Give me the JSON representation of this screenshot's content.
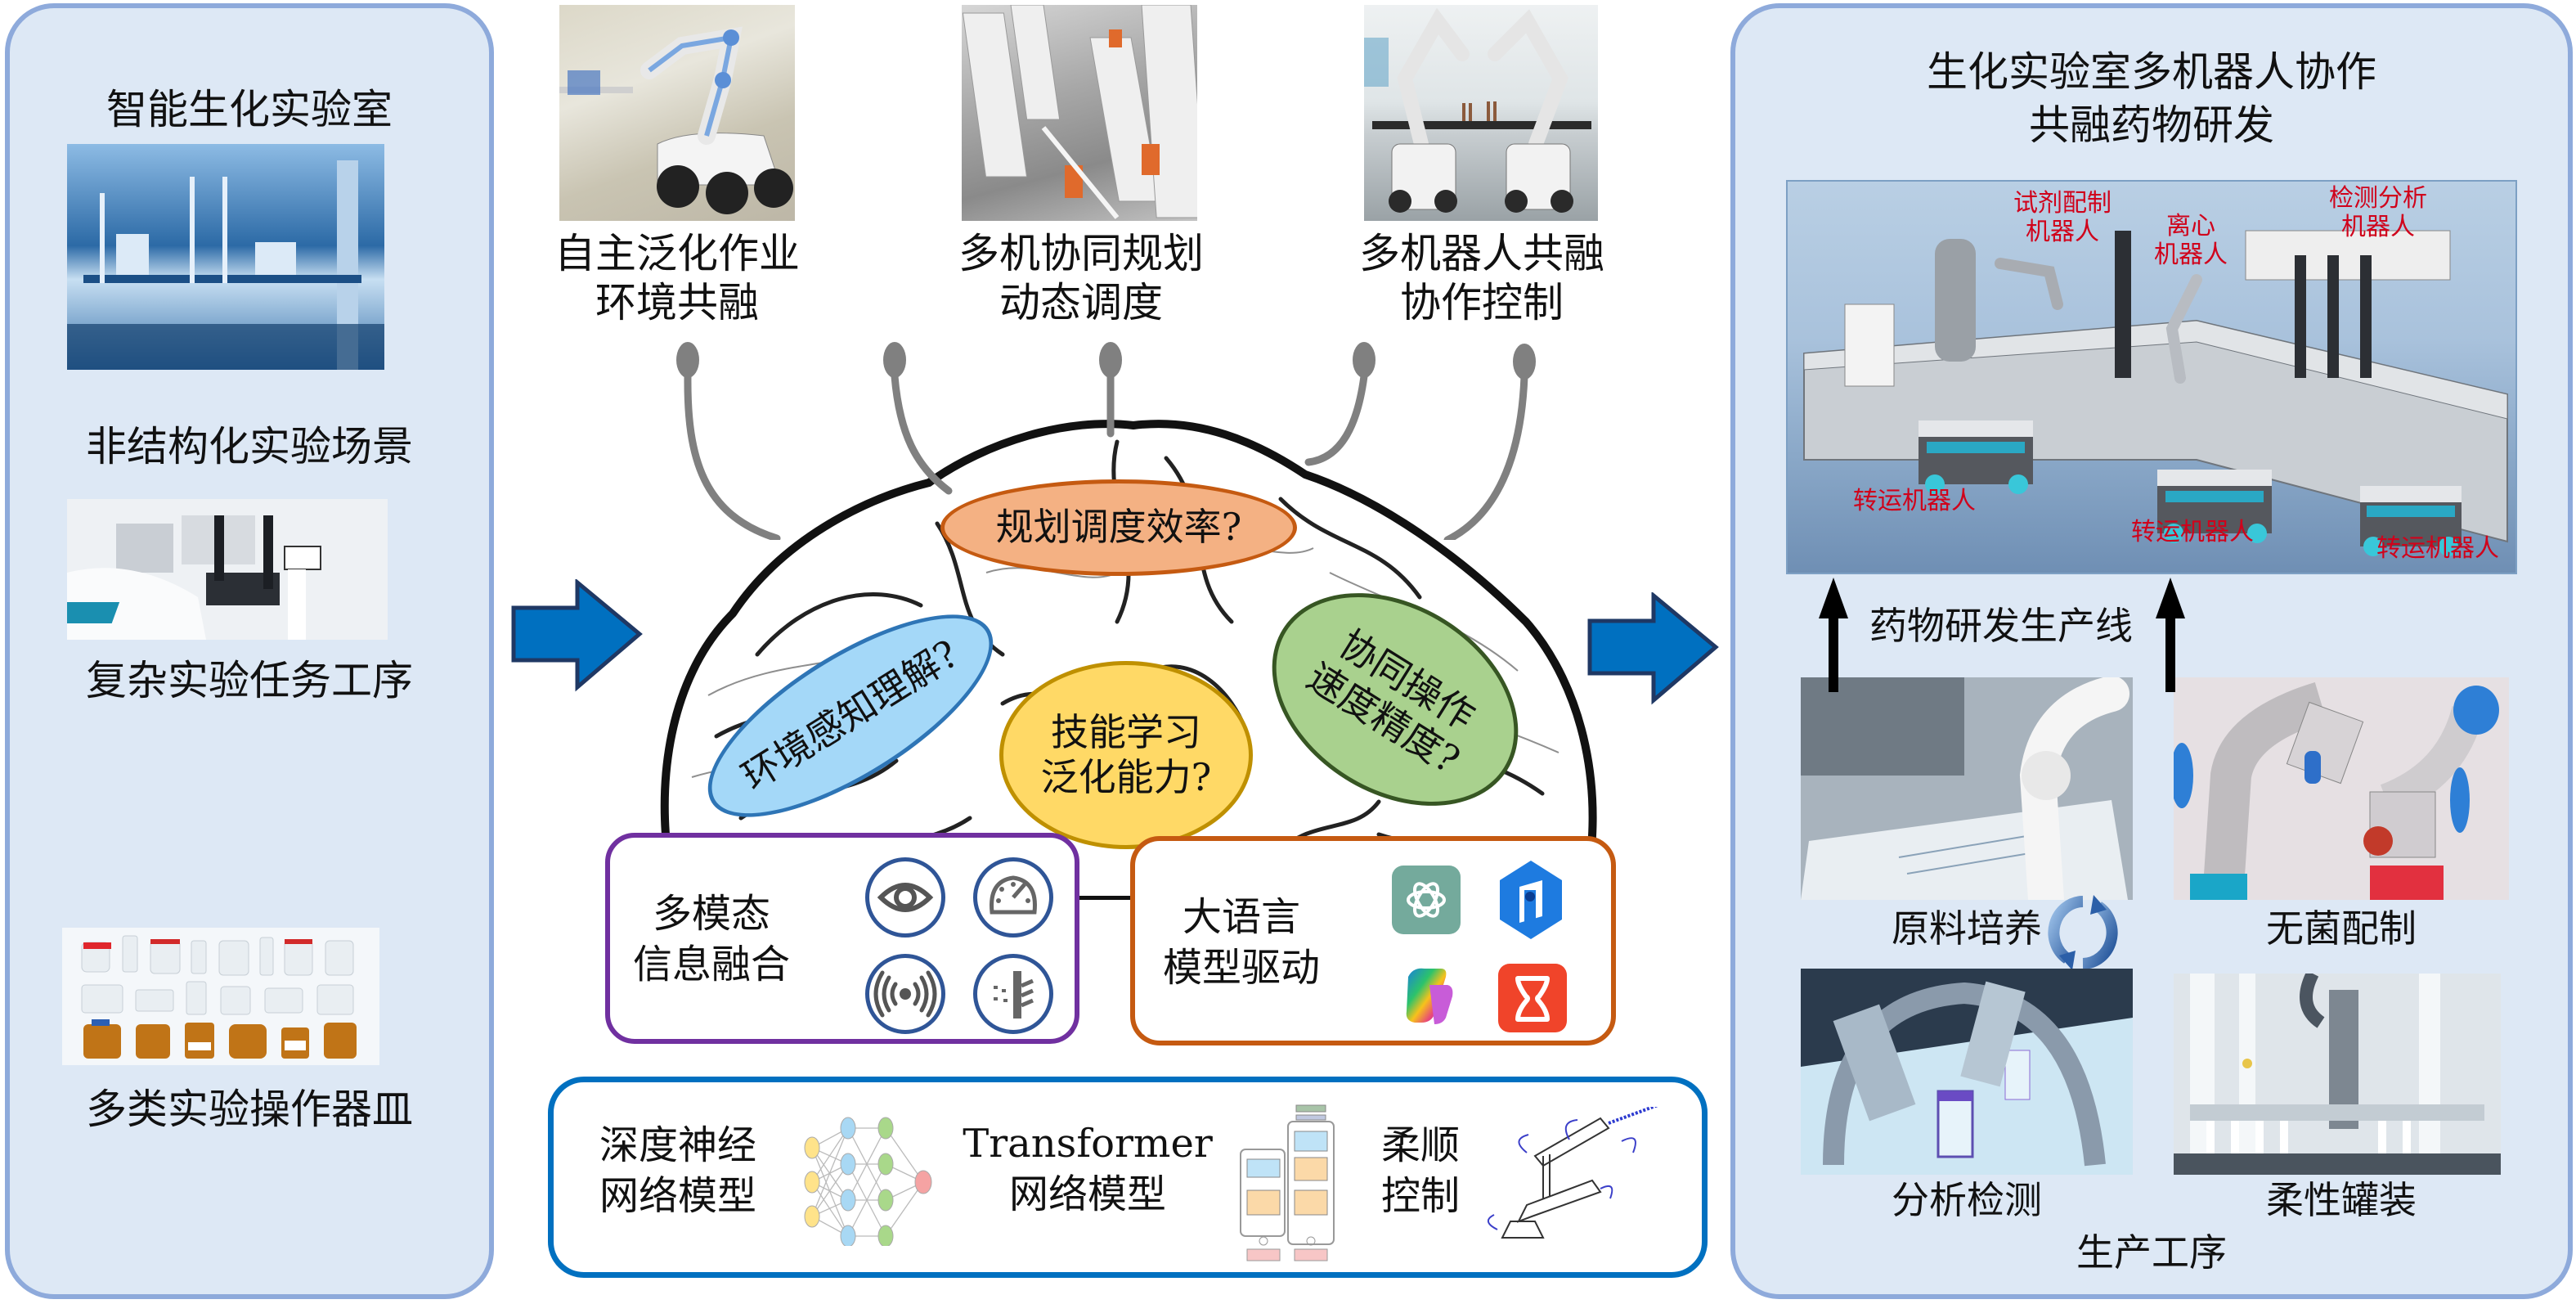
{
  "left_panel": {
    "title": "智能生化实验室",
    "items": [
      {
        "caption": "非结构化实验场景",
        "image": "blue-tinted chemistry lab photo"
      },
      {
        "caption": "复杂实验任务工序",
        "image": "dual-arm robot lab workstation photo"
      },
      {
        "caption": "多类实验操作器皿",
        "image": "assorted bottles and vials photo"
      }
    ]
  },
  "top_capabilities": [
    {
      "line1": "自主泛化作业",
      "line2": "环境共融",
      "image": "mobile manipulator robot in lab"
    },
    {
      "line1": "多机协同规划",
      "line2": "动态调度",
      "image": "multi-robot warehouse top view"
    },
    {
      "line1": "多机器人共融",
      "line2": "协作控制",
      "image": "two mobile dual-arm robots at bench"
    }
  ],
  "brain_questions": {
    "plan": "规划调度效率?",
    "env": "环境感知理解?",
    "skill_line1": "技能学习",
    "skill_line2": "泛化能力?",
    "coop_line1": "协同操作",
    "coop_line2": "速度精度?"
  },
  "multimodal": {
    "line1": "多模态",
    "line2": "信息融合",
    "icons": [
      "eye-icon",
      "gauge-icon",
      "signal-waves-icon",
      "lidar-scan-icon"
    ]
  },
  "llm": {
    "line1": "大语言",
    "line2": "模型驱动",
    "icons": [
      "chatgpt-logo-icon",
      "blue-hexagon-logo-icon",
      "copilot-logo-icon",
      "hourglass-logo-icon"
    ]
  },
  "models": {
    "dnn_line1": "深度神经",
    "dnn_line2": "网络模型",
    "transformer_line1": "Transformer",
    "transformer_line2": "网络模型",
    "compliance_line1": "柔顺",
    "compliance_line2": "控制"
  },
  "right_panel": {
    "title_line1": "生化实验室多机器人协作",
    "title_line2": "共融药物研发",
    "line_labels": {
      "reagent_line1": "试剂配制",
      "reagent_line2": "机器人",
      "centrifuge_line1": "离心",
      "centrifuge_line2": "机器人",
      "detect_line1": "检测分析",
      "detect_line2": "机器人",
      "transport": "转运机器人"
    },
    "production_line": "药物研发生产线",
    "processes": [
      "原料培养",
      "无菌配制",
      "分析检测",
      "柔性罐装"
    ],
    "process_footer": "生产工序"
  },
  "colors": {
    "panel_fill": "#dde8f5",
    "panel_border": "#8eaadb",
    "arrow_blue": "#0070c0",
    "plan_fill": "#f4b183",
    "env_fill": "#a4d8f8",
    "skill_fill": "#ffd966",
    "coop_fill": "#a9d18e",
    "multimodal_border": "#7030a0",
    "llm_border": "#c55a11",
    "models_border": "#0070c0",
    "label_red": "#d0021b"
  }
}
